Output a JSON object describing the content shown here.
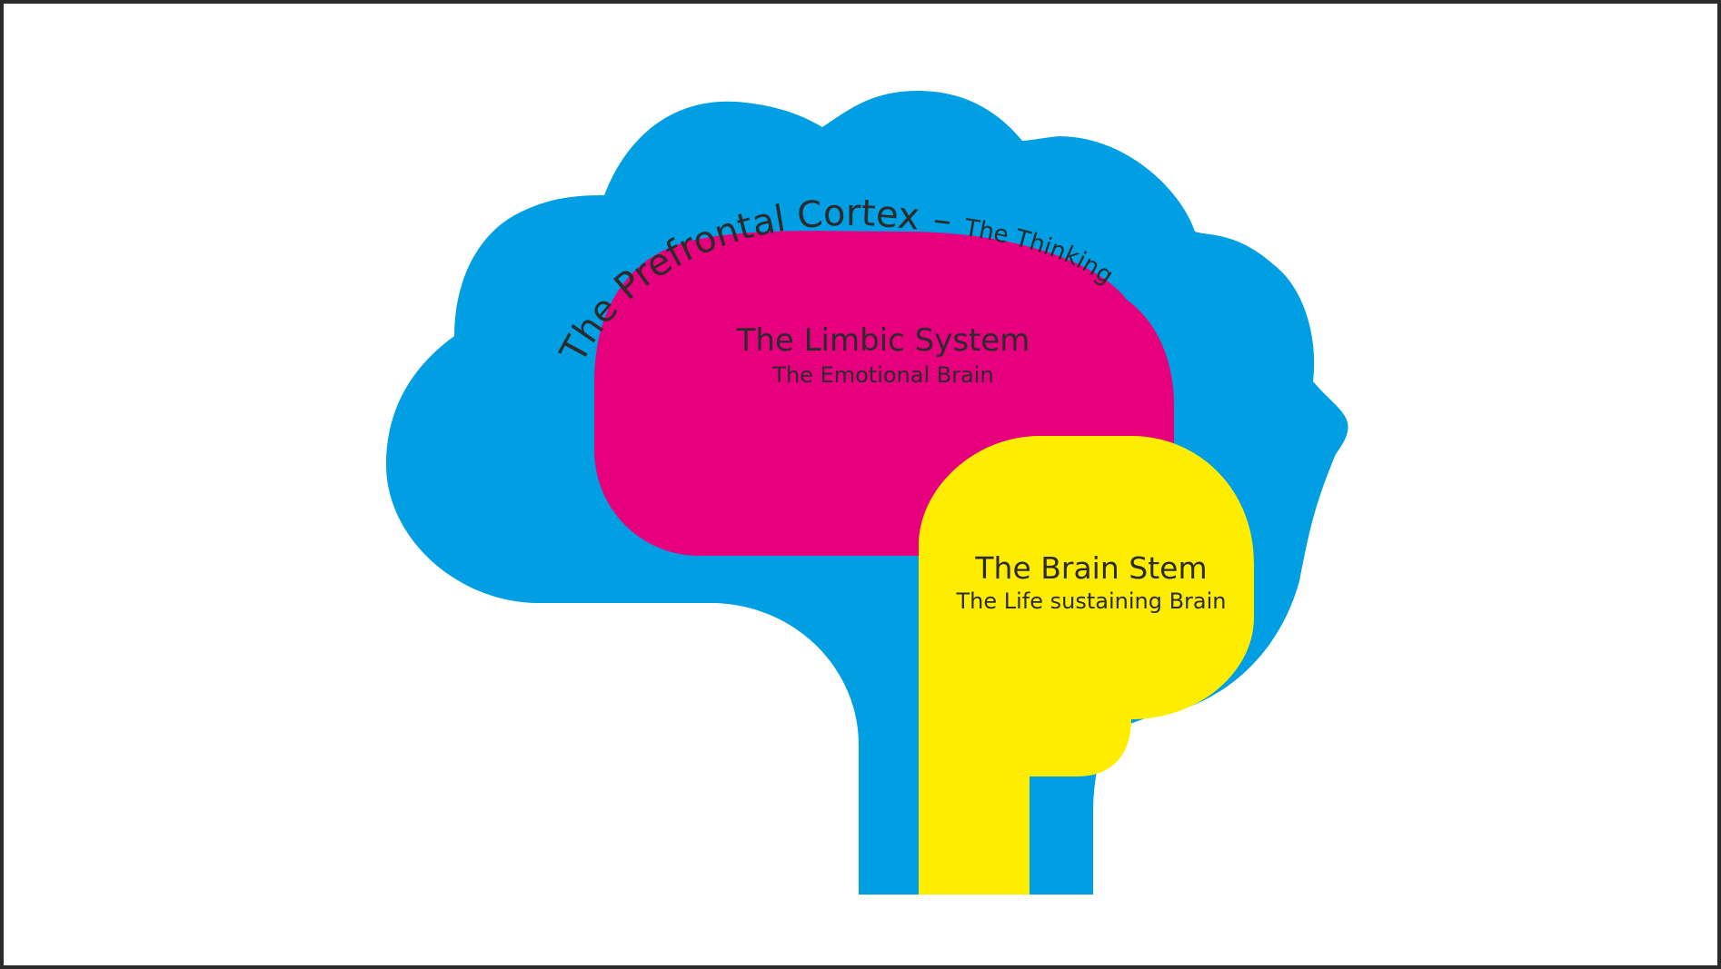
{
  "colors": {
    "cortex": "#009ee3",
    "limbic": "#e6007e",
    "stem": "#ffed00",
    "text": "#2b2b2b",
    "frame": "#2b2b2b"
  },
  "cortex": {
    "title": "The Prefrontal Cortex",
    "dash": "–",
    "subtitle": "The Thinking Brain"
  },
  "limbic": {
    "title": "The Limbic System",
    "subtitle": "The Emotional Brain"
  },
  "stem": {
    "title": "The Brain Stem",
    "subtitle": "The Life sustaining Brain"
  }
}
